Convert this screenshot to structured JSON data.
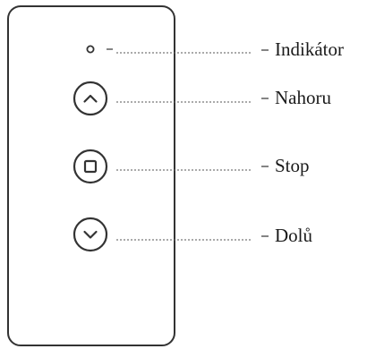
{
  "remote": {
    "indicator": {
      "icon": "indicator-led-icon",
      "label": "Indikátor"
    },
    "buttons": [
      {
        "id": "up",
        "icon": "chevron-up-icon",
        "label": "Nahoru"
      },
      {
        "id": "stop",
        "icon": "stop-square-icon",
        "label": "Stop"
      },
      {
        "id": "down",
        "icon": "chevron-down-icon",
        "label": "Dolů"
      }
    ]
  },
  "colors": {
    "stroke": "#333333",
    "leader": "#555555",
    "text": "#1a1a1a"
  }
}
